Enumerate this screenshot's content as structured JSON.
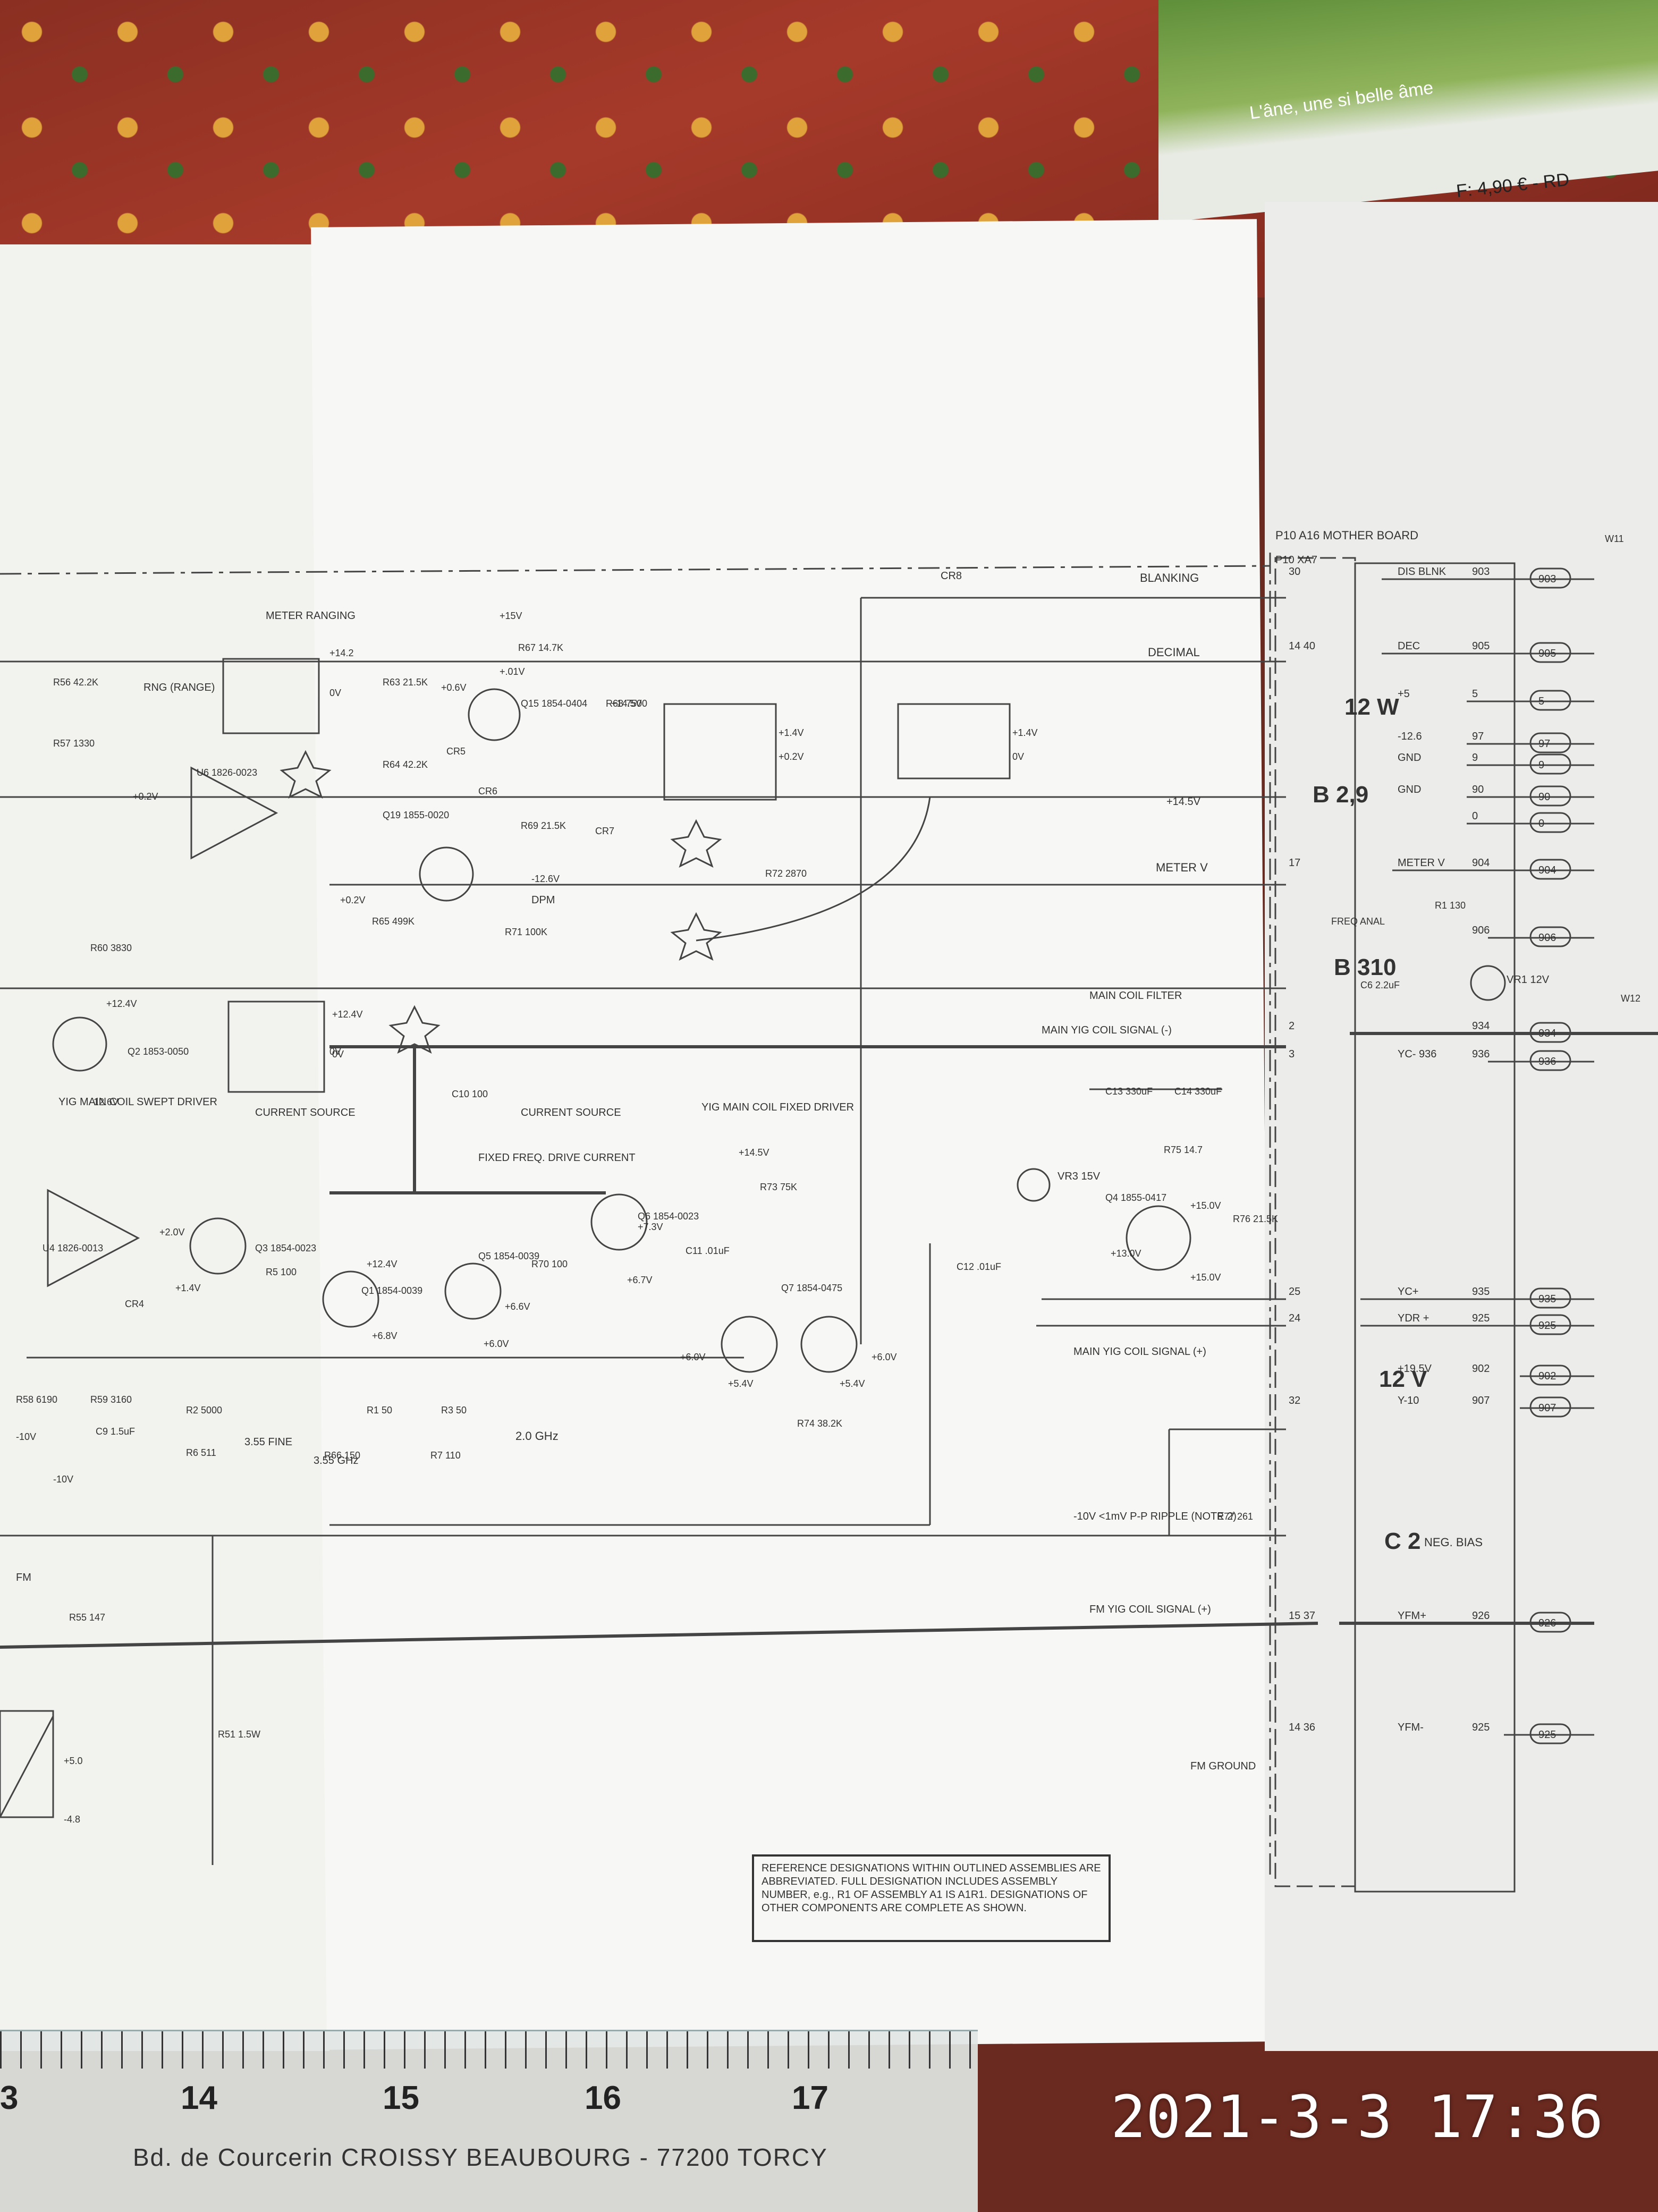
{
  "background": {
    "magazine_caption": "L'âne, une si belle âme",
    "magazine_price": "F: 4,90 € - RD"
  },
  "colors": {
    "ink": "#333333",
    "paper": "#f7f7f5",
    "tablecloth": "#8a2f22"
  },
  "connector": {
    "header": "P10 A16 MOTHER BOARD",
    "sub_header": "P10 XA7",
    "pins": [
      {
        "pin": "30",
        "label": "DIS BLNK",
        "num": "903",
        "box": "903"
      },
      {
        "pin": "14 40",
        "label": "DEC",
        "num": "905",
        "box": "905"
      },
      {
        "pin": "",
        "label": "+5",
        "num": "5",
        "box": "5"
      },
      {
        "pin": "",
        "label": "-12.6",
        "num": "97",
        "box": "97"
      },
      {
        "pin": "",
        "label": "GND",
        "num": "9",
        "box": "9"
      },
      {
        "pin": "",
        "label": "GND",
        "num": "90",
        "box": "90"
      },
      {
        "pin": "",
        "label": "",
        "num": "0",
        "box": "0"
      },
      {
        "pin": "17",
        "label": "METER V",
        "num": "904",
        "box": "904"
      },
      {
        "pin": "",
        "label": "",
        "num": "906",
        "box": "906"
      },
      {
        "pin": "2",
        "label": "",
        "num": "934",
        "box": "934"
      },
      {
        "pin": "3",
        "label": "YC- 936",
        "num": "936",
        "box": "936"
      },
      {
        "pin": "25",
        "label": "YC+",
        "num": "935",
        "box": "935"
      },
      {
        "pin": "24",
        "label": "YDR +",
        "num": "925",
        "box": "925"
      },
      {
        "pin": "",
        "label": "+19.5V",
        "num": "902",
        "box": "902"
      },
      {
        "pin": "32",
        "label": "Y-10",
        "num": "907",
        "box": "907"
      },
      {
        "pin": "15 37",
        "label": "YFM+",
        "num": "926",
        "box": "926"
      },
      {
        "pin": "14 36",
        "label": "YFM-",
        "num": "925",
        "box": "925"
      }
    ],
    "refs": [
      "12 W",
      "B 2,9",
      "B 310",
      "12 V",
      "C 2"
    ],
    "neg_bias": "NEG. BIAS",
    "w_labels": [
      "W11",
      "W12"
    ]
  },
  "signals": {
    "blanking": "BLANKING",
    "decimal": "DECIMAL",
    "v14_5": "+14.5V",
    "meter_v": "METER V",
    "main_coil_filter": "MAIN COIL FILTER",
    "main_yig_coil_signal_minus": "MAIN YIG COIL SIGNAL (-)",
    "main_yig_coil_signal_plus": "MAIN YIG COIL SIGNAL (+)",
    "fm_yig_coil_signal": "FM YIG COIL SIGNAL (+)",
    "fm_ground": "FM GROUND",
    "ripple": "-10V <1mV P-P RIPPLE (NOTE 2)"
  },
  "labels": {
    "meter_ranging": "METER RANGING",
    "yig_main_coil_swept_driver": "YIG MAIN COIL SWEPT DRIVER",
    "current_source": "CURRENT SOURCE",
    "current_source2": "CURRENT SOURCE",
    "yig_main_coil_fixed_driver": "YIG MAIN COIL FIXED DRIVER",
    "fixed_freq": "FIXED FREQ. DRIVE CURRENT",
    "rng": "RNG (RANGE)",
    "dpm": "DPM",
    "fine": "3.55 FINE",
    "ghz": "2.0 GHz",
    "ghz355": "3.55 GHz",
    "cr8": "CR8",
    "vr3": "VR3 15V",
    "vr1": "VR1 12V",
    "fm": "FM"
  },
  "components": [
    "R56 42.2K",
    "R57 1330",
    "U6 1826-0023",
    "R63 21.5K",
    "Q15 1854-0404",
    "R67 14.7K",
    "R68 7500",
    "CR5",
    "R64 42.2K",
    "CR6",
    "Q19 1855-0020",
    "R69 21.5K",
    "CR7",
    "R72 2870",
    "R65 499K",
    "R71 100K",
    "R60 3830",
    "Q2 1853-0050",
    "C10 100",
    "U4 1826-0013",
    "Q3 1854-0023",
    "R5 100",
    "CR4",
    "Q1 1854-0039",
    "Q5 1854-0039",
    "R70 100",
    "Q6 1854-0023",
    "R73 75K",
    "C11 .01uF",
    "Q7 1854-0475",
    "R74 38.2K",
    "R58 6190",
    "R59 3160",
    "C9 1.5uF",
    "R2 5000",
    "R6 511",
    "R1 50",
    "R66 150",
    "R3 50",
    "R7 110",
    "C13 330uF",
    "C14 330uF",
    "R75 14.7",
    "Q4 1855-0417",
    "R76 21.5K",
    "C12 .01uF",
    "R77 261",
    "R55 147",
    "R51 1.5W",
    "R1 130",
    "C6 2.2uF",
    "FREQ ANAL"
  ],
  "voltages": [
    "+14.2",
    "0V",
    "+0.6V",
    "+.01V",
    "+14.5V",
    "+15V",
    "+0.2V",
    "+1.4V",
    "+0.2V",
    "+12.4V",
    "-12.6V",
    "-12.6V",
    "+0.2V",
    "0V",
    "+1.4V",
    "0V",
    "+12.4V",
    "0V",
    "+2.0V",
    "+1.4V",
    "+12.4V",
    "+6.8V",
    "+6.0V",
    "+6.6V",
    "+7.3V",
    "+6.7V",
    "+6.0V",
    "+5.4V",
    "+5.4V",
    "+6.0V",
    "+15.0V",
    "+13.0V",
    "+15.0V",
    "+14.5V",
    "-10V",
    "-10V",
    "+5.0",
    "-4.8"
  ],
  "note": "REFERENCE DESIGNATIONS WITHIN OUTLINED ASSEMBLIES ARE ABBREVIATED. FULL DESIGNATION INCLUDES ASSEMBLY NUMBER, e.g., R1 OF ASSEMBLY A1 IS A1R1. DESIGNATIONS OF OTHER COMPONENTS ARE COMPLETE AS SHOWN.",
  "ruler": {
    "numbers": [
      "3",
      "14",
      "15",
      "16",
      "17"
    ],
    "address": "Bd. de Courcerin  CROISSY BEAUBOURG - 77200 TORCY"
  },
  "timestamp": "2021-3-3 17:36"
}
